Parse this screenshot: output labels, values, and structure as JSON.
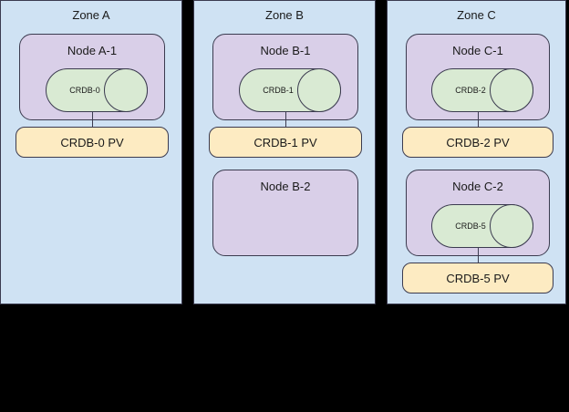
{
  "diagram": {
    "type": "deployment-topology",
    "background_color": "#000000",
    "palette": {
      "zone_fill": "#cfe2f3",
      "node_fill": "#d9cfe8",
      "db_fill": "#d9ead3",
      "pv_fill": "#fdebc2",
      "stroke": "#3b3b4f",
      "text": "#1a1a1a"
    },
    "zones": [
      {
        "id": "zone-a",
        "title": "Zone A",
        "nodes": [
          {
            "id": "node-a-1",
            "title": "Node A-1",
            "database": {
              "label": "CRDB-0"
            },
            "volume": {
              "label": "CRDB-0 PV"
            }
          }
        ]
      },
      {
        "id": "zone-b",
        "title": "Zone B",
        "nodes": [
          {
            "id": "node-b-1",
            "title": "Node B-1",
            "database": {
              "label": "CRDB-1"
            },
            "volume": {
              "label": "CRDB-1 PV"
            }
          },
          {
            "id": "node-b-2",
            "title": "Node B-2",
            "database": null,
            "volume": null
          }
        ]
      },
      {
        "id": "zone-c",
        "title": "Zone C",
        "nodes": [
          {
            "id": "node-c-1",
            "title": "Node C-1",
            "database": {
              "label": "CRDB-2"
            },
            "volume": {
              "label": "CRDB-2 PV"
            }
          },
          {
            "id": "node-c-2",
            "title": "Node C-2",
            "database": {
              "label": "CRDB-5"
            },
            "volume": {
              "label": "CRDB-5 PV"
            }
          }
        ]
      }
    ]
  }
}
